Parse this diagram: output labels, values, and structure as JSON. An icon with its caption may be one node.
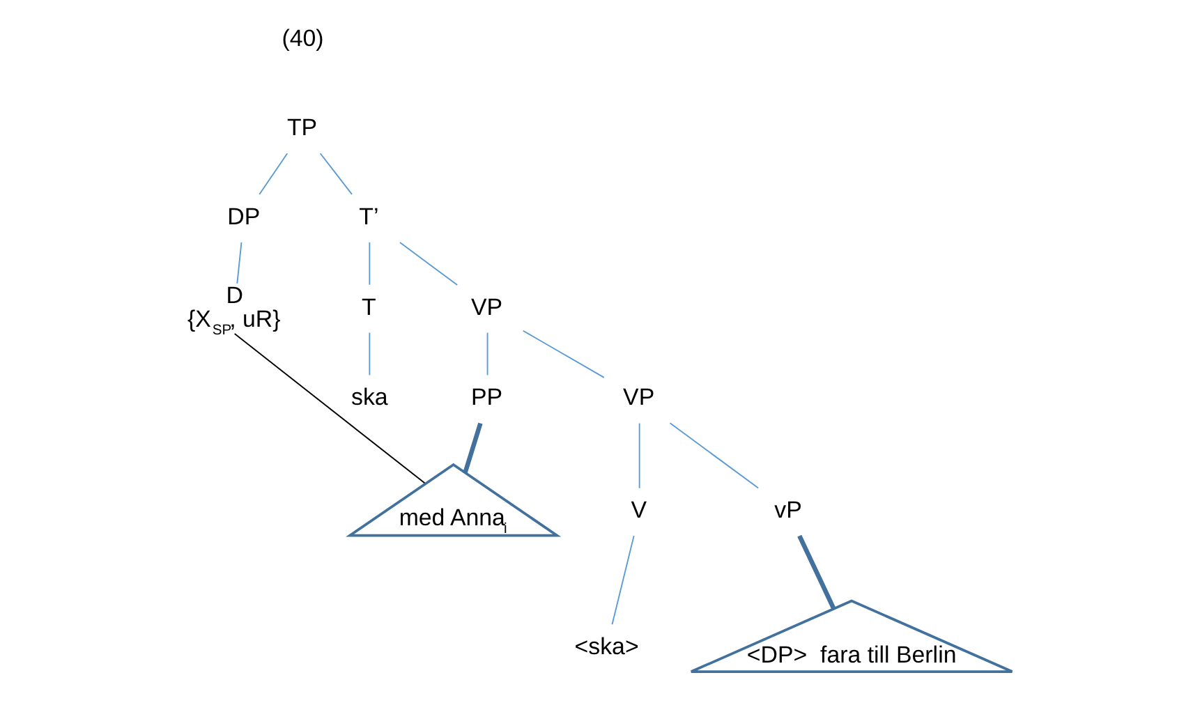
{
  "diagram": {
    "nodes": [
      {
        "text": [
          "TP"
        ]
      },
      {
        "text": [
          "DP"
        ]
      },
      {
        "text": [
          "T’"
        ]
      },
      {
        "text": [
          "D",
          "{X$_{SP}$, uR}"
        ]
      },
      {
        "text": [
          "T"
        ]
      },
      {
        "text": [
          "VP"
        ]
      },
      {
        "text": [
          "ska"
        ]
      },
      {
        "text": [
          "PP"
        ]
      },
      {
        "text": [
          "VP"
        ]
      },
      {
        "text": [
          "med Anna$_{i}$"
        ]
      },
      {
        "text": [
          "V"
        ]
      },
      {
        "text": [
          "vP"
        ]
      },
      {
        "text": [
          "<ska>"
        ]
      },
      {
        "text": [
          "<DP>  fara till Berlin"
        ]
      }
    ],
    "edges": [
      {
        "from": 0,
        "to": 1,
        "arrow": "none"
      },
      {
        "from": 0,
        "to": 2,
        "arrow": "none"
      },
      {
        "from": 1,
        "to": 3,
        "arrow": "none"
      },
      {
        "from": 2,
        "to": 4,
        "arrow": "none"
      },
      {
        "from": 2,
        "to": 5,
        "arrow": "none"
      },
      {
        "from": 4,
        "to": 6,
        "arrow": "none"
      },
      {
        "from": 5,
        "to": 7,
        "arrow": "none"
      },
      {
        "from": 5,
        "to": 8,
        "arrow": "none"
      },
      {
        "from": 7,
        "to": 9,
        "arrow": "none",
        "style": "thick",
        "color": "#41719c"
      },
      {
        "from": 8,
        "to": 10,
        "arrow": "none"
      },
      {
        "from": 8,
        "to": 11,
        "arrow": "none"
      },
      {
        "from": 10,
        "to": 12,
        "arrow": "none"
      },
      {
        "from": 11,
        "to": 13,
        "arrow": "none",
        "style": "thick",
        "color": "#41719c"
      },
      {
        "from": 3,
        "to": 9,
        "arrow": "none",
        "color": "#000000"
      }
    ],
    "labels": [
      "(40)"
    ]
  }
}
